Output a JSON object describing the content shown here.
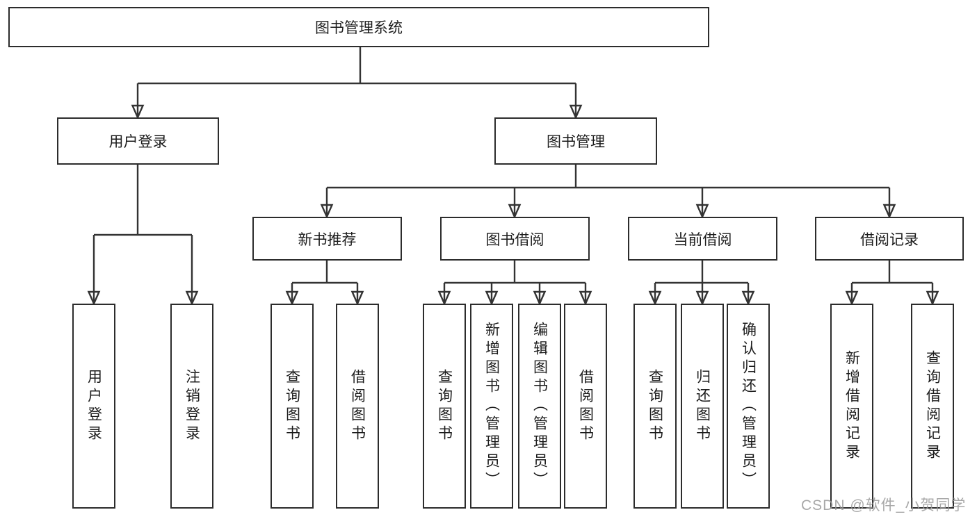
{
  "tree": {
    "root": "图书管理系统",
    "branches": [
      {
        "label": "用户登录",
        "children": [
          "用户登录",
          "注销登录"
        ]
      },
      {
        "label": "图书管理",
        "groups": [
          {
            "label": "新书推荐",
            "children": [
              "查询图书",
              "借阅图书"
            ]
          },
          {
            "label": "图书借阅",
            "children": [
              "查询图书",
              "新增图书（管理员）",
              "编辑图书（管理员）",
              "借阅图书"
            ]
          },
          {
            "label": "当前借阅",
            "children": [
              "查询图书",
              "归还图书",
              "确认归还（管理员）"
            ]
          },
          {
            "label": "借阅记录",
            "children": [
              "新增借阅记录",
              "查询借阅记录"
            ]
          }
        ]
      }
    ]
  },
  "colors": {
    "line": "#333333",
    "border": "#2c2c2c",
    "text": "#1c1c1c",
    "watermark": "#9a9a9a"
  },
  "watermark": "CSDN @软件_小贺同学"
}
